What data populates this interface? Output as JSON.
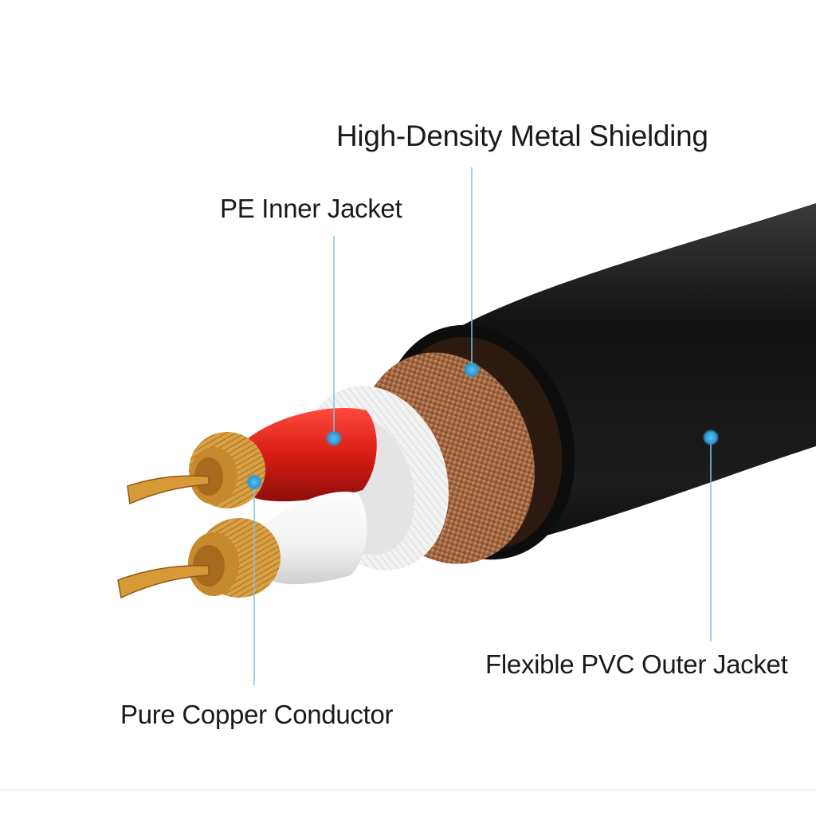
{
  "diagram": {
    "labels": {
      "shielding": "High-Density Metal Shielding",
      "inner_jacket": "PE Inner Jacket",
      "outer_jacket": "Flexible PVC Outer Jacket",
      "conductor": "Pure Copper Conductor"
    },
    "colors": {
      "leader_line": "#7cc4e4",
      "marker": "#2a9bd8",
      "outer_jacket": "#151515",
      "copper_braid": "#b87a4e",
      "red_insulation": "#d8231c",
      "white_insulation": "#f4f4f4",
      "conductor_gold": "#d9a441"
    }
  }
}
